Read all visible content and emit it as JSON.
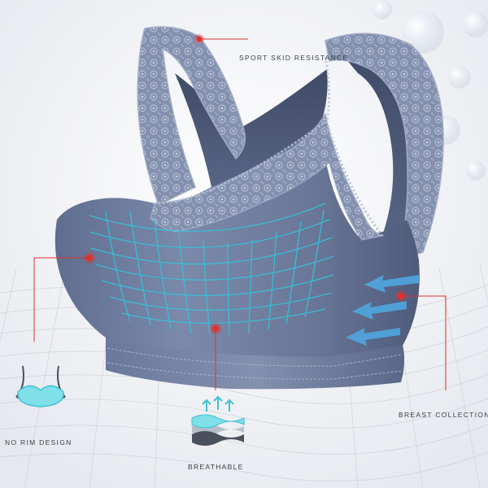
{
  "labels": {
    "sport_skid_resistance": "SPORT SKID RESISTANCE",
    "no_rim_design": "NO RIM DESIGN",
    "breathable": "BREATHABLE",
    "breast_collection": "BREAST COLLECTION"
  },
  "colors": {
    "fabric": "#6f7e9e",
    "fabric_dark": "#4c5877",
    "lace": "#8f9bb8",
    "callout_red": "#e0322d",
    "mesh_cyan": "#33c4dc",
    "arrow_blue": "#4fa7e0",
    "background": "#f4f5f8"
  },
  "icons": [
    "bra-outline-icon",
    "breathable-layers-icon",
    "compression-arrows-icon",
    "red-marker-dot-icon"
  ]
}
